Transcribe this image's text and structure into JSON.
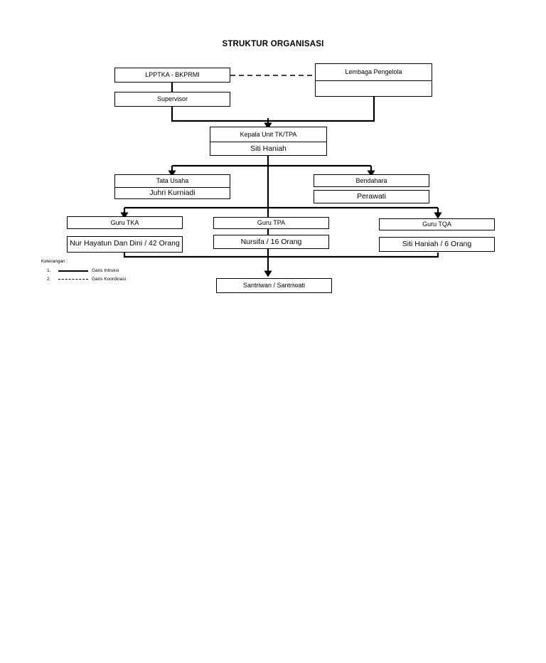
{
  "document": {
    "title": "STRUKTUR ORGANISASI"
  },
  "nodes": {
    "lpptka": {
      "label": "LPPTKA - BKPRMI"
    },
    "supervisor": {
      "label": "Supervisor"
    },
    "lembaga": {
      "label": "Lembaga Pengelola",
      "second_row": ""
    },
    "kepala_unit": {
      "label": "Kepala Unit TK/TPA",
      "name": "Siti Haniah"
    },
    "tata_usaha": {
      "label": "Tata Usaha",
      "name": "Juhri Kurniadi"
    },
    "bendahara": {
      "label": "Bendahara",
      "name": "Perawati"
    },
    "guru_tka": {
      "label": "Guru TKA",
      "name": "Nur Hayatun Dan Dini / 42 Orang"
    },
    "guru_tpa": {
      "label": "Guru TPA",
      "name": "Nursifa /  16 Orang"
    },
    "guru_tqa": {
      "label": "Guru TQA",
      "name": "Siti Haniah /  6 Orang"
    },
    "santri": {
      "label": "Santriwan / Santriwati"
    }
  },
  "legend": {
    "title": "Keterangan :",
    "items": [
      {
        "number": "1.",
        "style": "solid",
        "label": "Garis Intruksi"
      },
      {
        "number": "2.",
        "style": "dashed",
        "label": "Garis Koordinasi"
      }
    ]
  },
  "colors": {
    "line": "#000000",
    "background": "#ffffff",
    "text": "#000000"
  }
}
